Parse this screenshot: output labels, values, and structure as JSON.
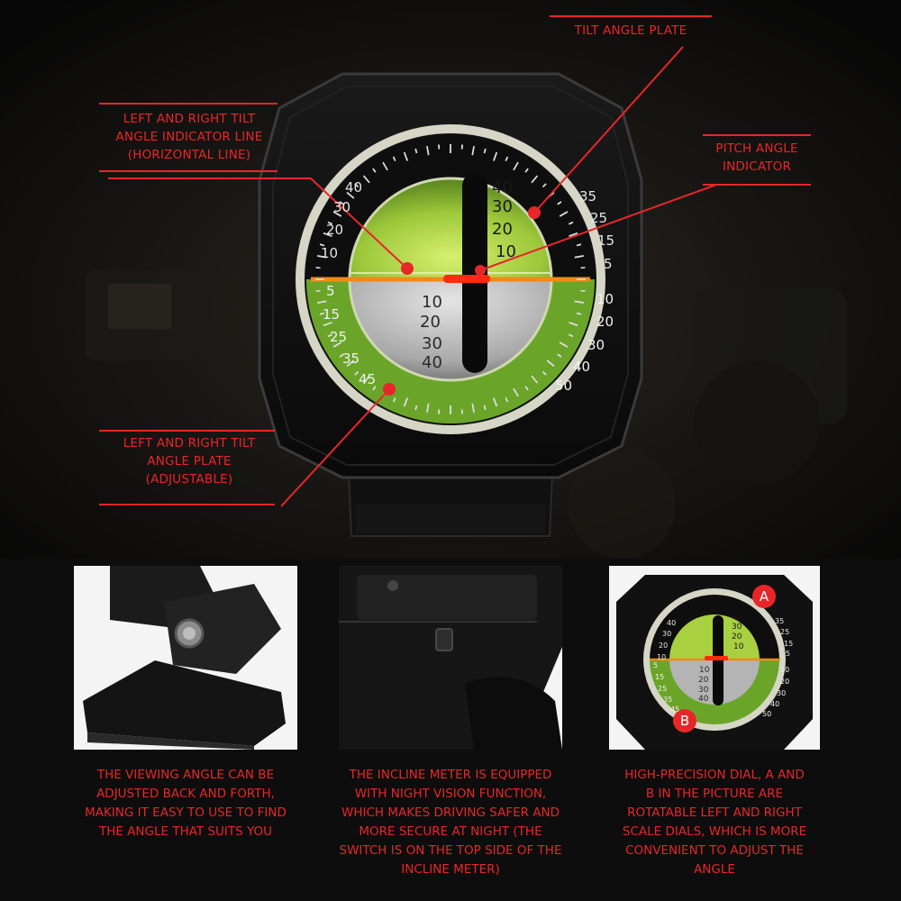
{
  "callouts": {
    "tilt_plate": [
      "TILT ANGLE PLATE"
    ],
    "horizontal_line": [
      "LEFT AND RIGHT TILT",
      "ANGLE INDICATOR LINE",
      "(HORIZONTAL LINE)"
    ],
    "pitch_indicator": [
      "PITCH ANGLE",
      "INDICATOR"
    ],
    "tilt_plate_adjustable": [
      "LEFT AND RIGHT TILT",
      "ANGLE PLATE",
      "(ADJUSTABLE)"
    ]
  },
  "dial": {
    "left_upper_scale": [
      "40",
      "30",
      "20",
      "10"
    ],
    "right_upper_scale": [
      "35",
      "25",
      "15",
      "5"
    ],
    "left_lower_scale": [
      "5",
      "15",
      "25",
      "35",
      "45"
    ],
    "right_lower_scale": [
      "10",
      "20",
      "30",
      "40",
      "50"
    ],
    "ball_upper_scale": [
      "40",
      "30",
      "20",
      "10"
    ],
    "ball_lower_scale": [
      "10",
      "20",
      "30",
      "40"
    ]
  },
  "small_dial": {
    "marker_a": "A",
    "marker_b": "B"
  },
  "captions": {
    "viewing_angle": [
      "THE VIEWING ANGLE CAN BE",
      "ADJUSTED BACK AND FORTH,",
      "MAKING IT EASY TO USE TO FIND",
      "THE ANGLE THAT SUITS YOU"
    ],
    "night_vision": [
      "THE INCLINE METER IS EQUIPPED",
      "WITH NIGHT VISION FUNCTION,",
      "WHICH MAKES DRIVING SAFER AND",
      "MORE SECURE AT NIGHT (THE",
      "SWITCH IS ON THE TOP SIDE OF THE",
      "INCLINE METER)"
    ],
    "precision_dial": [
      "HIGH-PRECISION DIAL, A AND",
      "B IN THE PICTURE ARE",
      "ROTATABLE LEFT AND RIGHT",
      "SCALE DIALS, WHICH IS MORE",
      "CONVENIENT TO ADJUST THE",
      "ANGLE"
    ]
  },
  "colors": {
    "accent_red": "#e8262a",
    "dial_green": "#6aa52a",
    "pointer_red": "#ff2a10",
    "horizon_orange": "#f08a18"
  }
}
